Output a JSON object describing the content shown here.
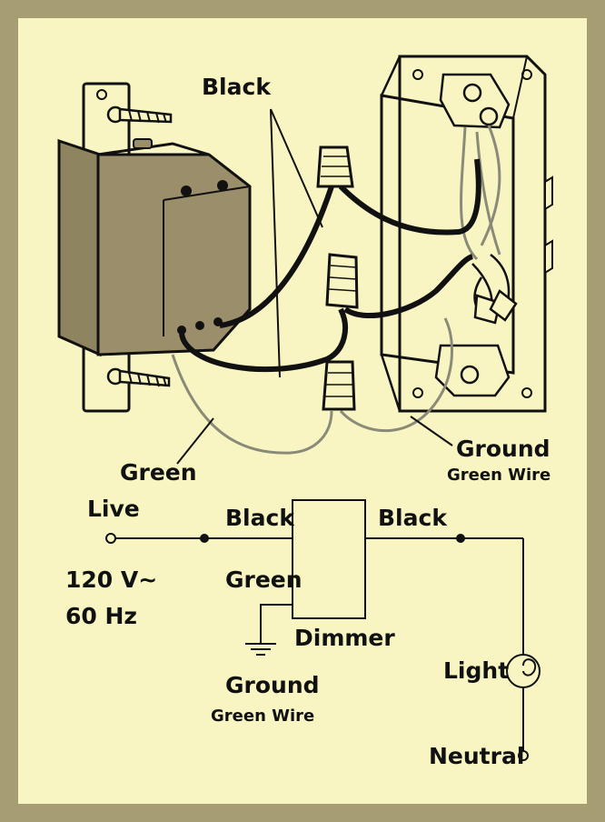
{
  "labels": {
    "black_top": "Black",
    "green_bottom": "Green",
    "ground": "Ground",
    "ground_sub": "Green Wire",
    "live": "Live",
    "black_left": "Black",
    "black_right": "Black",
    "voltage": "120 V~",
    "frequency": "60 Hz",
    "green_schem": "Green",
    "dimmer": "Dimmer",
    "ground_schem": "Ground",
    "ground_schem_sub": "Green Wire",
    "light": "Light",
    "neutral": "Neutral"
  },
  "colors": {
    "background": "#f8f5c3",
    "border": "#a79d72",
    "dimmer_body": "#9a8f6a",
    "wire_black": "#111111",
    "wire_ground": "#8a8a78"
  }
}
